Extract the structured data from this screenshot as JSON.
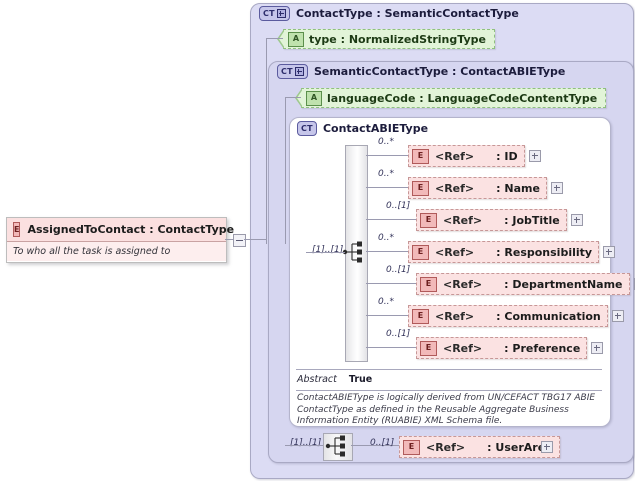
{
  "diagram": {
    "kind": "xsd-schema-element-diagram",
    "colors": {
      "panel_level1": "#dcdcf4",
      "panel_level2": "#d6d6f0",
      "panel_level3": "#ffffff",
      "element_fill": "#fbe2e2",
      "element_badge": "#f2b9b9",
      "attribute_fill": "#e2f4d8",
      "attribute_badge": "#bfe2ad",
      "type_badge": "#c6c6ea",
      "connector_line": "#9a9ab0"
    }
  },
  "root_element": {
    "badge": "E",
    "title": "AssignedToContact : ContactType",
    "documentation": "To who all the task is assigned to",
    "collapse_icon": "minus-icon"
  },
  "contact_type": {
    "badge": "CT",
    "badge_expander": "plus-icon",
    "title": "ContactType : SemanticContactType",
    "attribute": {
      "badge": "A",
      "name": "type",
      "separator": ":",
      "type": "NormalizedStringType",
      "label": "type        : NormalizedStringType"
    }
  },
  "semantic_contact_type": {
    "badge": "CT",
    "badge_expander": "plus-icon",
    "title": "SemanticContactType : ContactABIEType",
    "attribute": {
      "badge": "A",
      "name": "languageCode",
      "separator": ":",
      "type": "LanguageCodeContentType",
      "label": "languageCode : LanguageCodeContentType"
    }
  },
  "contact_abie_type": {
    "badge": "CT",
    "title": "ContactABIEType",
    "sequence_cardinality": "[1]..[1]",
    "sequence_icon": "sequence-compositor-icon",
    "elements": [
      {
        "cardinality": "0..*",
        "badge": "E",
        "ref": "<Ref>",
        "separator": ":",
        "name": "ID",
        "expander": "plus-icon",
        "indent": 0
      },
      {
        "cardinality": "0..*",
        "badge": "E",
        "ref": "<Ref>",
        "separator": ":",
        "name": "Name",
        "expander": "plus-icon",
        "indent": 0
      },
      {
        "cardinality": "0..[1]",
        "badge": "E",
        "ref": "<Ref>",
        "separator": ":",
        "name": "JobTitle",
        "expander": "plus-icon",
        "indent": 8
      },
      {
        "cardinality": "0..*",
        "badge": "E",
        "ref": "<Ref>",
        "separator": ":",
        "name": "Responsibility",
        "expander": "plus-icon",
        "indent": 0
      },
      {
        "cardinality": "0..[1]",
        "badge": "E",
        "ref": "<Ref>",
        "separator": ":",
        "name": "DepartmentName",
        "expander": "plus-icon",
        "indent": 8
      },
      {
        "cardinality": "0..*",
        "badge": "E",
        "ref": "<Ref>",
        "separator": ":",
        "name": "Communication",
        "expander": "plus-icon",
        "indent": 0
      },
      {
        "cardinality": "0..[1]",
        "badge": "E",
        "ref": "<Ref>",
        "separator": ":",
        "name": "Preference",
        "expander": "plus-icon",
        "indent": 8
      }
    ],
    "abstract_label": "Abstract",
    "abstract_value": "True",
    "documentation": "ContactABIEType is logically derived from UN/CEFACT TBG17 ABIE ContactType as defined in the Reusable Aggregate Business Information Entity (RUABIE) XML Schema file."
  },
  "user_area_sequence": {
    "cardinality": "[1]..[1]",
    "sequence_icon": "sequence-compositor-icon",
    "element": {
      "cardinality": "0..[1]",
      "badge": "E",
      "ref": "<Ref>",
      "separator": ":",
      "name": "UserArea",
      "expander": "plus-icon"
    }
  }
}
